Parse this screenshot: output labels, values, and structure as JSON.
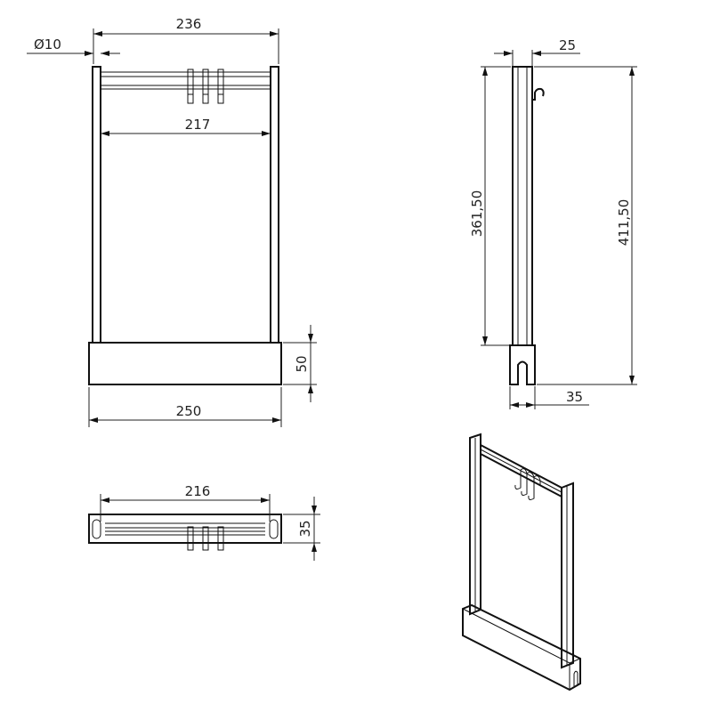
{
  "front_view": {
    "dims": {
      "diameter": "Ø10",
      "overall_width": "236",
      "inner_width": "217",
      "base_width": "250",
      "base_height": "50"
    }
  },
  "side_view": {
    "dims": {
      "depth": "25",
      "post_height": "361,50",
      "total_height": "411,50",
      "base_depth": "35"
    }
  },
  "top_view": {
    "dims": {
      "rail_length": "216",
      "depth": "35"
    }
  },
  "colors": {
    "line": "#111111",
    "background": "#ffffff"
  }
}
